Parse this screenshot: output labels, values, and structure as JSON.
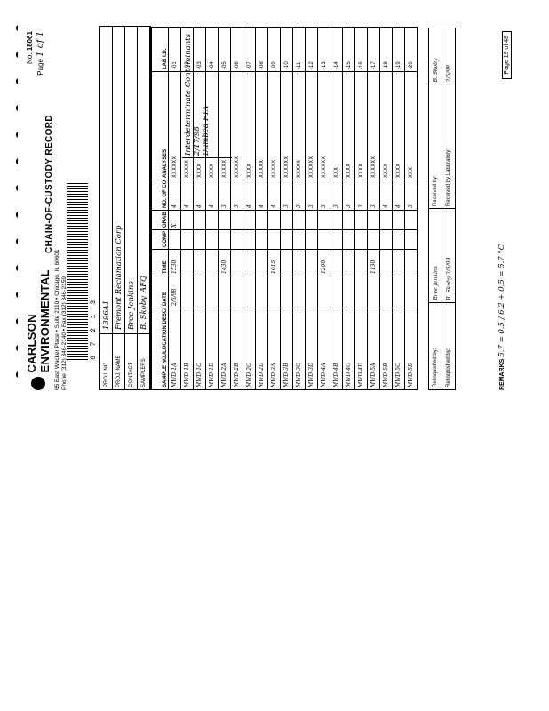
{
  "header": {
    "company": "CARLSON ENVIRONMENTAL",
    "address_lines": [
      "65 East Wacker Place • Suite 2110 • Chicago, IL 60601",
      "Phone (312) 346-2140 • Fax (312) 346-2159"
    ],
    "doc_title": "CHAIN-OF-CUSTODY RECORD",
    "no_label": "No.",
    "no_value": "18061",
    "page_label": "Page",
    "page_value": "1 of 1"
  },
  "barcode_text": "6 7 2 1 3",
  "meta": {
    "proj_no_label": "PROJ. NO.",
    "proj_no": "1396A1",
    "proj_name_label": "PROJ. NAME",
    "proj_name": "Fremont Reclamation Corp",
    "contact_label": "CONTACT",
    "contact": "Bree Jenkins",
    "samplers_label": "SAMPLERS",
    "samplers": "B. Skoby",
    "sampler_id": "AFQ"
  },
  "analysis_notes": [
    "Interdeterminate Contaminants",
    "2/17/98",
    "Dumbed FTA"
  ],
  "columns": [
    "SAMPLE NO./LOCATION DESCRIPTION",
    "DATE",
    "TIME",
    "COMP",
    "GRAB",
    "NO. OF CONTAINERS",
    "ANALYSES",
    "LAB I.D."
  ],
  "rows": [
    {
      "loc": "MWD-1A",
      "date": "2/5/98",
      "time": "1530",
      "comp": "",
      "grab": "X",
      "n": "4",
      "an": "XXXXXX",
      "lab": "-01"
    },
    {
      "loc": "MWD-1B",
      "date": "",
      "time": "",
      "comp": "",
      "grab": "",
      "n": "4",
      "an": "XXXXX",
      "lab": "-02"
    },
    {
      "loc": "MWD-1C",
      "date": "",
      "time": "",
      "comp": "",
      "grab": "",
      "n": "4",
      "an": "XXXX",
      "lab": "-03"
    },
    {
      "loc": "MWD-1D",
      "date": "",
      "time": "",
      "comp": "",
      "grab": "",
      "n": "4",
      "an": "XXXX",
      "lab": "-04"
    },
    {
      "loc": "MWD-2A",
      "date": "",
      "time": "1430",
      "comp": "",
      "grab": "",
      "n": "3",
      "an": "XXXXX",
      "lab": "-05"
    },
    {
      "loc": "MWD-2B",
      "date": "",
      "time": "",
      "comp": "",
      "grab": "",
      "n": "3",
      "an": "XXXXXX",
      "lab": "-06"
    },
    {
      "loc": "MWD-2C",
      "date": "",
      "time": "",
      "comp": "",
      "grab": "",
      "n": "4",
      "an": "XXXX",
      "lab": "-07"
    },
    {
      "loc": "MWD-2D",
      "date": "",
      "time": "",
      "comp": "",
      "grab": "",
      "n": "4",
      "an": "XXXXX",
      "lab": "-08"
    },
    {
      "loc": "MWD-3A",
      "date": "",
      "time": "1015",
      "comp": "",
      "grab": "",
      "n": "4",
      "an": "XXXXX",
      "lab": "-09"
    },
    {
      "loc": "MWD-3B",
      "date": "",
      "time": "",
      "comp": "",
      "grab": "",
      "n": "3",
      "an": "XXXXXX",
      "lab": "-10"
    },
    {
      "loc": "MWD-3C",
      "date": "",
      "time": "",
      "comp": "",
      "grab": "",
      "n": "3",
      "an": "XXXXX",
      "lab": "-11"
    },
    {
      "loc": "MWD-3D",
      "date": "",
      "time": "",
      "comp": "",
      "grab": "",
      "n": "3",
      "an": "XXXXXX",
      "lab": "-12"
    },
    {
      "loc": "MWD-4A",
      "date": "",
      "time": "1200",
      "comp": "",
      "grab": "",
      "n": "3",
      "an": "XXXXXX",
      "lab": "-13"
    },
    {
      "loc": "MWD-4B",
      "date": "",
      "time": "",
      "comp": "",
      "grab": "",
      "n": "3",
      "an": "XXX",
      "lab": "-14"
    },
    {
      "loc": "MWD-4C",
      "date": "",
      "time": "",
      "comp": "",
      "grab": "",
      "n": "3",
      "an": "XXXX",
      "lab": "-15"
    },
    {
      "loc": "MWD-4D",
      "date": "",
      "time": "",
      "comp": "",
      "grab": "",
      "n": "3",
      "an": "XXXX",
      "lab": "-16"
    },
    {
      "loc": "MWD-5A",
      "date": "",
      "time": "1130",
      "comp": "",
      "grab": "",
      "n": "3",
      "an": "XXXXXX",
      "lab": "-17"
    },
    {
      "loc": "MWD-5B",
      "date": "",
      "time": "",
      "comp": "",
      "grab": "",
      "n": "4",
      "an": "XXXX",
      "lab": "-18"
    },
    {
      "loc": "MWD-5C",
      "date": "",
      "time": "",
      "comp": "",
      "grab": "",
      "n": "4",
      "an": "XXXX",
      "lab": "-19"
    },
    {
      "loc": "MWD-5D",
      "date": "",
      "time": "",
      "comp": "",
      "grab": "",
      "n": "3",
      "an": "XXX",
      "lab": "-20"
    }
  ],
  "signatures": [
    {
      "label": "Relinquished by:",
      "value": "Bree Jenkins",
      "label2": "Received by:",
      "value2": "B. Skoby"
    },
    {
      "label": "Relinquished by:",
      "value": "B. Skoby 2/5/98",
      "label2": "Received by Laboratory:",
      "value2": "2/5/98"
    }
  ],
  "remarks_label": "REMARKS",
  "remarks": "5.7 = 0.5 / 6.2 + 0.5 = 5.7 °C",
  "page_footer": "Page 19 of 48"
}
